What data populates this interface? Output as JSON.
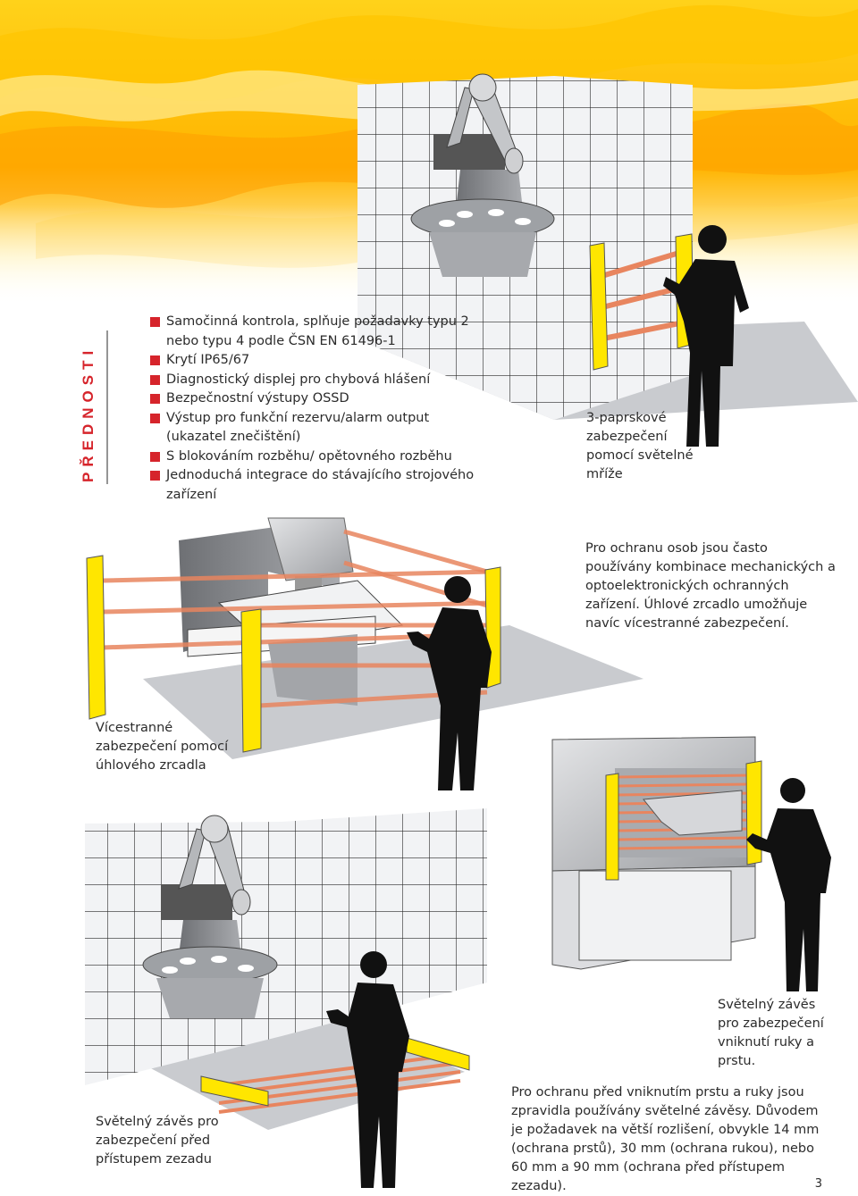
{
  "sidebar": {
    "title": "PŘEDNOSTI"
  },
  "features": [
    "Samočinná kontrola, splňuje požadavky typu 2 nebo typu 4 podle ČSN EN 61496-1",
    "Krytí IP65/67",
    "Diagnostický displej pro chybová hlášení",
    "Bezpečnostní výstupy OSSD",
    "Výstup pro funkční rezervu/alarm output (ukazatel znečištění)",
    "S blokováním rozběhu/ opětovného rozběhu",
    "Jednoduchá integrace do stávajícího strojového zařízení"
  ],
  "captions": {
    "three_beam": "3-paprskové zabezpečení pomocí světelné mříže",
    "combination": "Pro ochranu osob jsou často používány kombinace mechanických a optoelektronických ochranných zařízení. Úhlové zrcadlo umožňuje navíc vícestranné zabezpečení.",
    "multi_side": "Vícestranné zabezpečení pomocí úhlového zrcadla",
    "finger_hand": "Světelný závěs pro zabezpečení vniknutí ruky a prstu.",
    "rear_access": "Světelný závěs pro zabezpečení před přístupem zezadu",
    "resolution": "Pro ochranu před vniknutím prstu a ruky jsou zpravidla používány světelné závěsy. Důvodem je požadavek na větší rozlišení, obvykle 14 mm (ochrana prstů), 30 mm (ochrana rukou), nebo 60 mm a 90 mm (ochrana před přístupem zezadu)."
  },
  "page_number": "3",
  "colors": {
    "accent": "#d6242b",
    "yellow": "#ffe600",
    "beam": "#e8855f",
    "silhouette": "#111111"
  }
}
